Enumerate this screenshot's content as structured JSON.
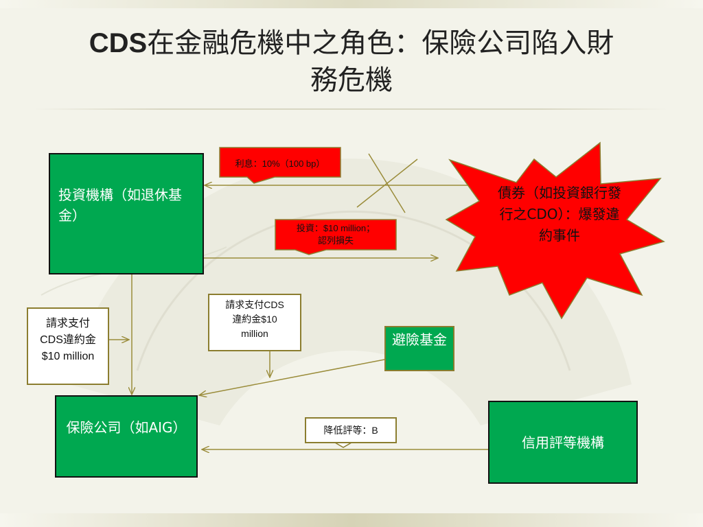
{
  "slide": {
    "title_part1": "CDS",
    "title_part2": "在金融危機中之角色：保險公司陷入財",
    "title_line2": "務危機"
  },
  "nodes": {
    "investor": "投資機構（如退休基金）",
    "bond": "債券（如投資銀行發行之CDO）：爆發違約事件",
    "insurer": "保險公司（如AIG）",
    "hedge_fund": "避險基金",
    "rating_agency": "信用評等機構"
  },
  "callouts": {
    "interest": "利息：10%（100 bp）",
    "investment_line1": "投資：$10 million；",
    "investment_line2": "認列損失"
  },
  "notes": {
    "claim_left_line1": "請求支付",
    "claim_left_line2": "CDS違約金",
    "claim_left_line3": "$10 million",
    "claim_mid_line1": "請求支付CDS",
    "claim_mid_line2": "違約金$10",
    "claim_mid_line3": "million",
    "downgrade": "降低評等：B"
  },
  "colors": {
    "node_fill": "#00a850",
    "burst_fill": "#ff0000",
    "connector": "#9a8c3a",
    "note_border": "#8b7d2f"
  }
}
